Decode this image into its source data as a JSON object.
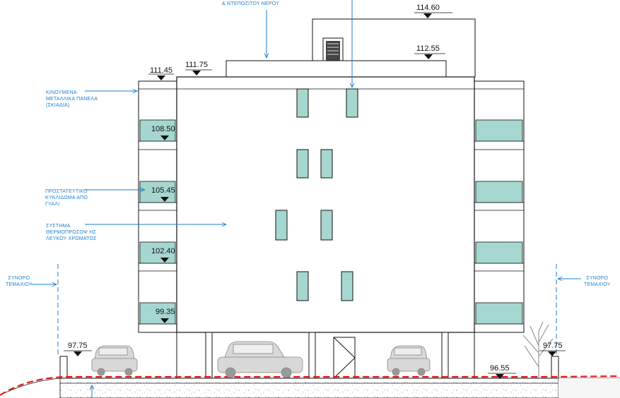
{
  "notes": {
    "water_heater": "& ΝΤΕΠΟΖΙΤΟΥ ΝΕΡΟΥ",
    "panels": [
      "ΚΙΝΟΥΜΕΝΑ",
      "ΜΕΤΑΛΛΙΚΑ ΠΑΝΕΛΑ",
      "(ΣΚΙΑΔΙΑ)"
    ],
    "glass": [
      "ΠΡΟΣΤΑΤΕΥΤΙΚΟ",
      "ΚΥΚΛΙΔΩΜΑ ΑΠΟ",
      "ΓΥΑΛΙ"
    ],
    "insulation": [
      "ΣΥΣΤΗΜΑ",
      "ΘΕΡΜΟΠΡΟΣΟΨ ΗΣ",
      "ΛΕΥΚΟΥ ΧΡΩΜΑΤΟΣ"
    ],
    "boundary_left": [
      "ΣΥΝΟΡΟ",
      "ΤΕΜΑΧΙΟΥ"
    ],
    "boundary_right": [
      "ΣΥΝΟΡΟ",
      "ΤΕΜΑΧΙΟΥ"
    ]
  },
  "levels": {
    "top": "114.60",
    "roof": "112.55",
    "parapet": "111.75",
    "left_parapet": "111.45",
    "floor3": "108.50",
    "floor2": "105.45",
    "floor1": "102.40",
    "floor0": "99.35",
    "ground_left": "97.75",
    "ground_right": "97.75",
    "street": "96.55"
  },
  "colors": {
    "annotation": "#1a7fd0",
    "glass": "#a6d6d0",
    "ground_line": "#e01b1b",
    "line": "#111111"
  }
}
